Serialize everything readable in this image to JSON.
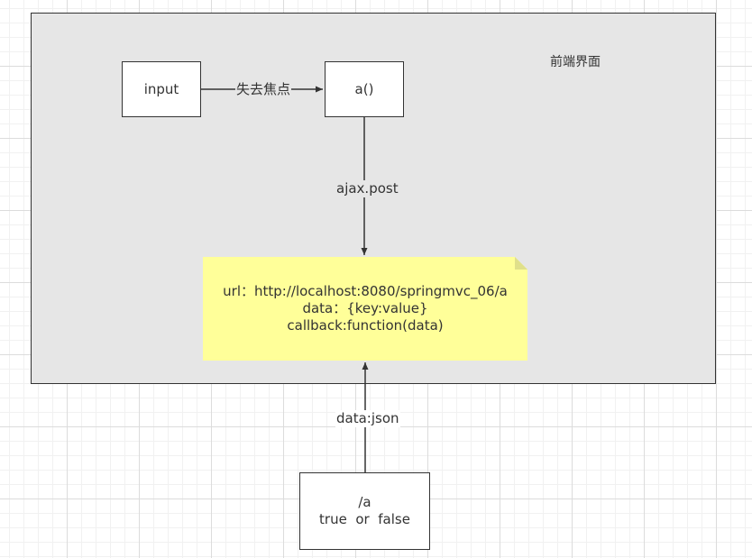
{
  "container": {
    "label": "前端界面"
  },
  "nodes": {
    "input": "input",
    "function_a": "a()",
    "endpoint": {
      "line1": "/a",
      "line2": "true  or  false"
    }
  },
  "note": {
    "lines": [
      "url：http://localhost:8080/springmvc_06/a",
      "data：{key:value}",
      "callback:function(data)"
    ],
    "fill": "#ffff99",
    "fold_color": "#e0e08a"
  },
  "edges": {
    "blur": "失去焦点",
    "ajax": "ajax.post",
    "json": "data:json"
  },
  "colors": {
    "container_fill": "#e6e6e6",
    "stroke": "#333333"
  }
}
